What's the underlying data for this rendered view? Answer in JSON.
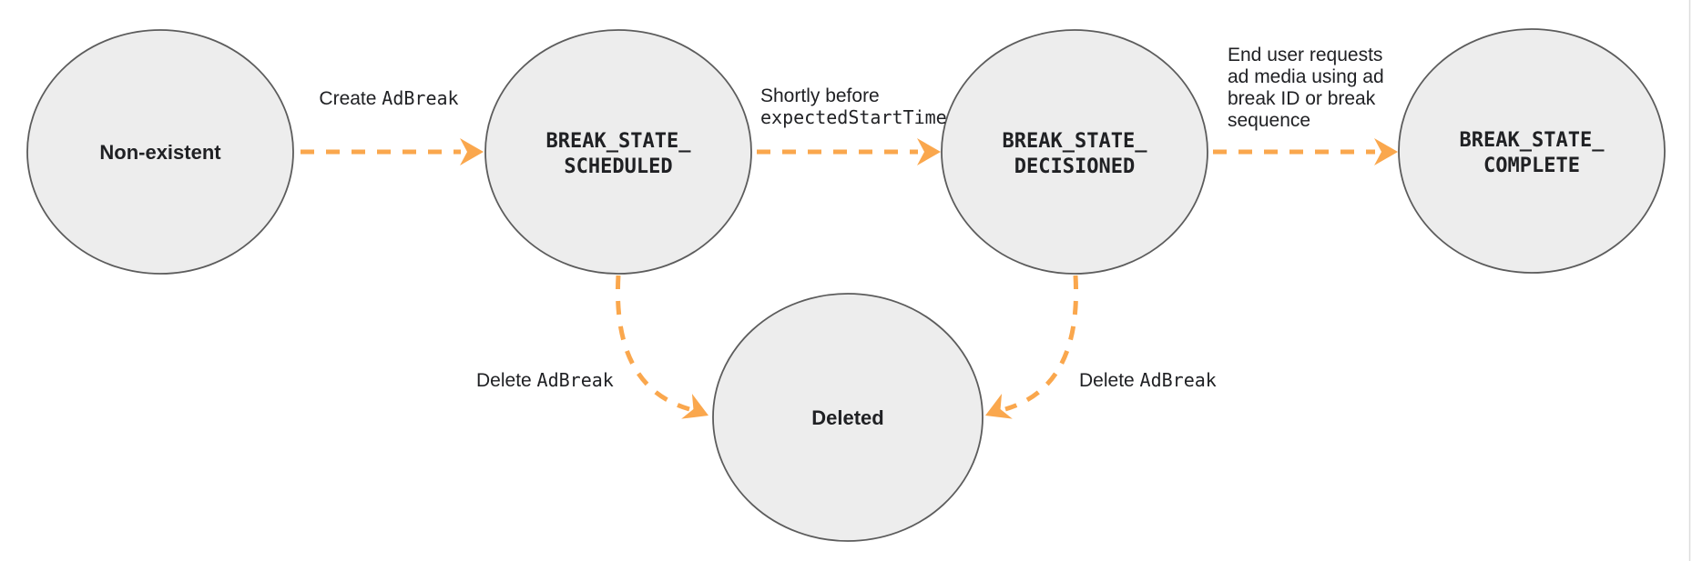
{
  "colors": {
    "background": "#ffffff",
    "node_fill": "#ededed",
    "node_stroke": "#5c5c5c",
    "arrow": "#faa74d",
    "text": "#202124",
    "right_border": "#dcdcdc"
  },
  "nodes": {
    "non_existent": {
      "label": "Non-existent"
    },
    "scheduled": {
      "line1": "BREAK_STATE_",
      "line2": "SCHEDULED"
    },
    "decisioned": {
      "line1": "BREAK_STATE_",
      "line2": "DECISIONED"
    },
    "complete": {
      "line1": "BREAK_STATE_",
      "line2": "COMPLETE"
    },
    "deleted": {
      "label": "Deleted"
    }
  },
  "edges": {
    "create": {
      "plain": "Create ",
      "code": "AdBreak"
    },
    "shortly_before": {
      "line1_plain": "Shortly before",
      "line2_code": "expectedStartTime"
    },
    "end_user": {
      "lines": [
        "End user requests",
        "ad media using ad",
        "break ID or break",
        "sequence"
      ]
    },
    "delete_left": {
      "plain": "Delete ",
      "code": "AdBreak"
    },
    "delete_right": {
      "plain": "Delete ",
      "code": "AdBreak"
    }
  }
}
